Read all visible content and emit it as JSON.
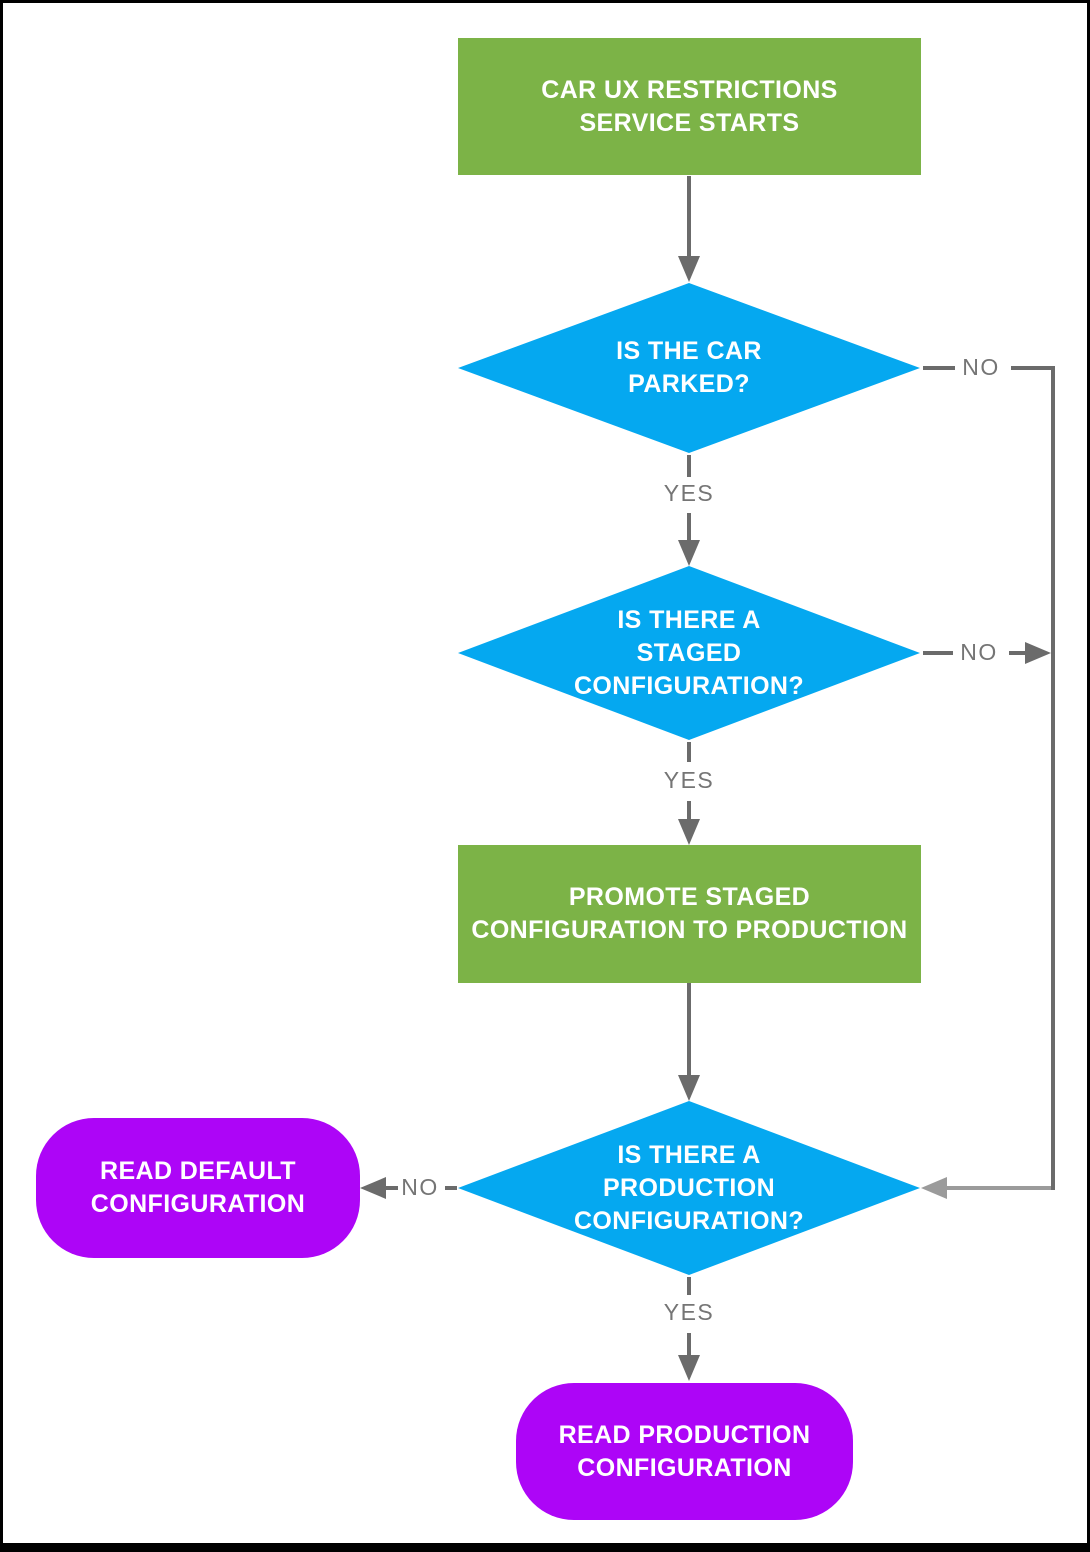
{
  "palette": {
    "process_green": "#7CB347",
    "decision_blue": "#05A8F0",
    "terminal_purple": "#AD05F7",
    "connector_gray": "#6B6B6B",
    "connector_light_gray": "#9B9B9B",
    "edge_label_gray": "#757575",
    "background": "#FFFFFF",
    "frame_black": "#000000"
  },
  "nodes": {
    "start": {
      "shape": "rectangle",
      "label": "CAR UX RESTRICTIONS\nSERVICE STARTS"
    },
    "is_parked": {
      "shape": "diamond",
      "label": "IS THE CAR\nPARKED?"
    },
    "has_staged": {
      "shape": "diamond",
      "label": "IS THERE A\nSTAGED\nCONFIGURATION?"
    },
    "promote": {
      "shape": "rectangle",
      "label": "PROMOTE STAGED\nCONFIGURATION TO PRODUCTION"
    },
    "has_production": {
      "shape": "diamond",
      "label": "IS THERE A\nPRODUCTION\nCONFIGURATION?"
    },
    "read_default": {
      "shape": "rounded",
      "label": "READ DEFAULT\nCONFIGURATION"
    },
    "read_production": {
      "shape": "rounded",
      "label": "READ PRODUCTION\nCONFIGURATION"
    }
  },
  "edge_labels": {
    "is_parked_no": "NO",
    "is_parked_yes": "YES",
    "has_staged_no": "NO",
    "has_staged_yes": "YES",
    "has_production_no": "NO",
    "has_production_yes": "YES"
  }
}
